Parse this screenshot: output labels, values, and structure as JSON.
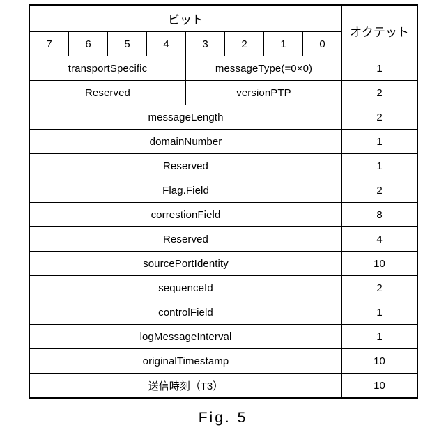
{
  "figure": {
    "caption": "Fig. 5"
  },
  "table": {
    "headers": {
      "bit_group": "ビット",
      "octet": "オクテット",
      "bit_numbers": [
        "7",
        "6",
        "5",
        "4",
        "3",
        "2",
        "1",
        "0"
      ]
    },
    "rows": [
      {
        "split": true,
        "left_label": "transportSpecific",
        "right_label": "messageType(=0×0)",
        "octet": "1"
      },
      {
        "split": true,
        "left_label": "Reserved",
        "right_label": "versionPTP",
        "octet": "2"
      },
      {
        "split": false,
        "label": "messageLength",
        "octet": "2"
      },
      {
        "split": false,
        "label": "domainNumber",
        "octet": "1"
      },
      {
        "split": false,
        "label": "Reserved",
        "octet": "1"
      },
      {
        "split": false,
        "label": "Flag.Field",
        "octet": "2"
      },
      {
        "split": false,
        "label": "correstionField",
        "octet": "8"
      },
      {
        "split": false,
        "label": "Reserved",
        "octet": "4"
      },
      {
        "split": false,
        "label": "sourcePortIdentity",
        "octet": "10"
      },
      {
        "split": false,
        "label": "sequenceId",
        "octet": "2"
      },
      {
        "split": false,
        "label": "controlField",
        "octet": "1"
      },
      {
        "split": false,
        "label": "logMessageInterval",
        "octet": "1"
      },
      {
        "split": false,
        "label": "originalTimestamp",
        "octet": "10"
      },
      {
        "split": false,
        "label": "送信時刻（T3）",
        "octet": "10",
        "japanese": true
      }
    ]
  }
}
